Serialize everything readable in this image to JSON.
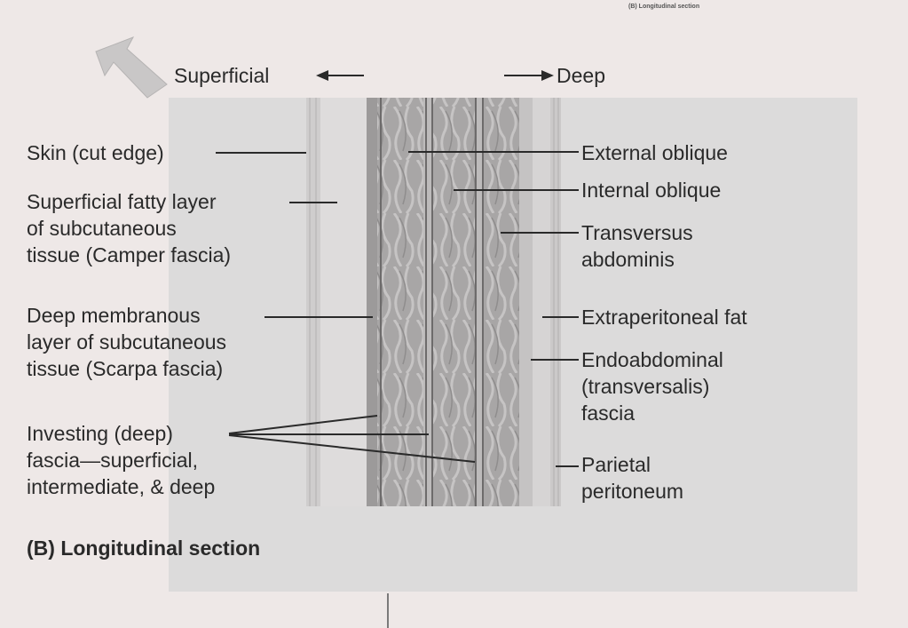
{
  "header_caption": "(B) Longitudinal section",
  "direction": {
    "superficial": "Superficial",
    "deep": "Deep"
  },
  "left_labels": {
    "skin": [
      "Skin (cut edge)"
    ],
    "camper": [
      "Superficial fatty layer",
      "of subcutaneous",
      "tissue (Camper fascia)"
    ],
    "scarpa": [
      "Deep membranous",
      "layer of subcutaneous",
      "tissue (Scarpa fascia)"
    ],
    "investing": [
      "Investing (deep)",
      "fascia—superficial,",
      "intermediate, & deep"
    ]
  },
  "right_labels": {
    "external_oblique": [
      "External oblique"
    ],
    "internal_oblique": [
      "Internal oblique"
    ],
    "transversus": [
      "Transversus",
      "abdominis"
    ],
    "extraperitoneal": [
      "Extraperitoneal fat"
    ],
    "endoabdominal": [
      "Endoabdominal",
      "(transversalis)",
      "fascia"
    ],
    "peritoneum": [
      "Parietal",
      "peritoneum"
    ]
  },
  "caption": "(B) Longitudinal section",
  "colors": {
    "panel": "#dcdbdb",
    "muscle": "#a9a7a7",
    "ink": "#2a2a2a"
  }
}
